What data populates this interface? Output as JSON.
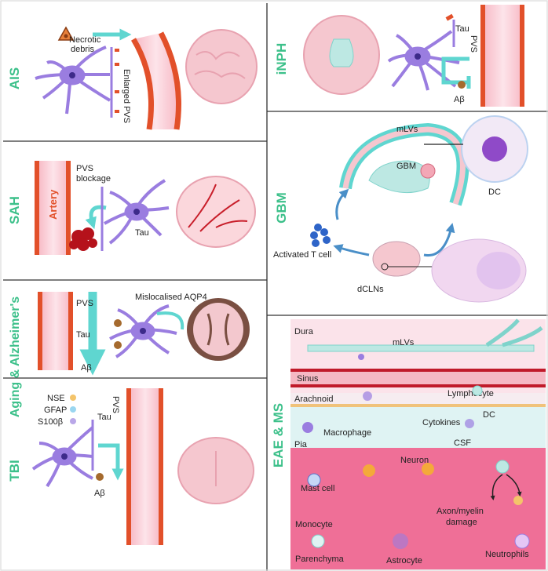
{
  "panels": {
    "ais": {
      "title": "AIS",
      "necrotic": "Necrotic",
      "debris": "debris",
      "enlarged_pvs": "Enlarged PVS"
    },
    "inph": {
      "title": "iNPH",
      "tau": "Tau",
      "pvs": "PVS",
      "abeta": "Aβ"
    },
    "sah": {
      "title": "SAH",
      "pvs": "PVS",
      "blockage": "blockage",
      "artery": "Artery",
      "tau": "Tau"
    },
    "gbm": {
      "title": "GBM",
      "mlvs": "mLVs",
      "gbm_label": "GBM",
      "dc": "DC",
      "activated_t_cell": "Activated T cell",
      "dclns": "dCLNs"
    },
    "aging": {
      "title": "Aging & Alzheimer's",
      "mislocalised": "Mislocalised AQP4",
      "pvs": "PVS",
      "tau": "Tau",
      "abeta": "Aβ"
    },
    "tbi": {
      "title": "TBI",
      "nse": "NSE",
      "gfap": "GFAP",
      "s100b": "S100β",
      "pvs": "PVS",
      "tau": "Tau",
      "abeta": "Aβ"
    },
    "eae": {
      "title": "EAE & MS",
      "dura": "Dura",
      "mlvs": "mLVs",
      "sinus": "Sinus",
      "arachnoid": "Arachnoid",
      "lymphocyte": "Lymphocyte",
      "cytokines": "Cytokines",
      "dc": "DC",
      "macrophage": "Macrophage",
      "pia": "Pia",
      "csf": "CSF",
      "neuron": "Neuron",
      "mast_cell": "Mast cell",
      "monocyte": "Monocyte",
      "axon_myelin": "Axon/myelin",
      "damage": "damage",
      "parenchyma": "Parenchyma",
      "astrocyte": "Astrocyte",
      "neutrophils": "Neutrophils"
    }
  },
  "colors": {
    "accent": "#3cc08a",
    "astro": "#9a7de0",
    "vessel": "#e2502a",
    "cyan": "#5fd6d0"
  }
}
